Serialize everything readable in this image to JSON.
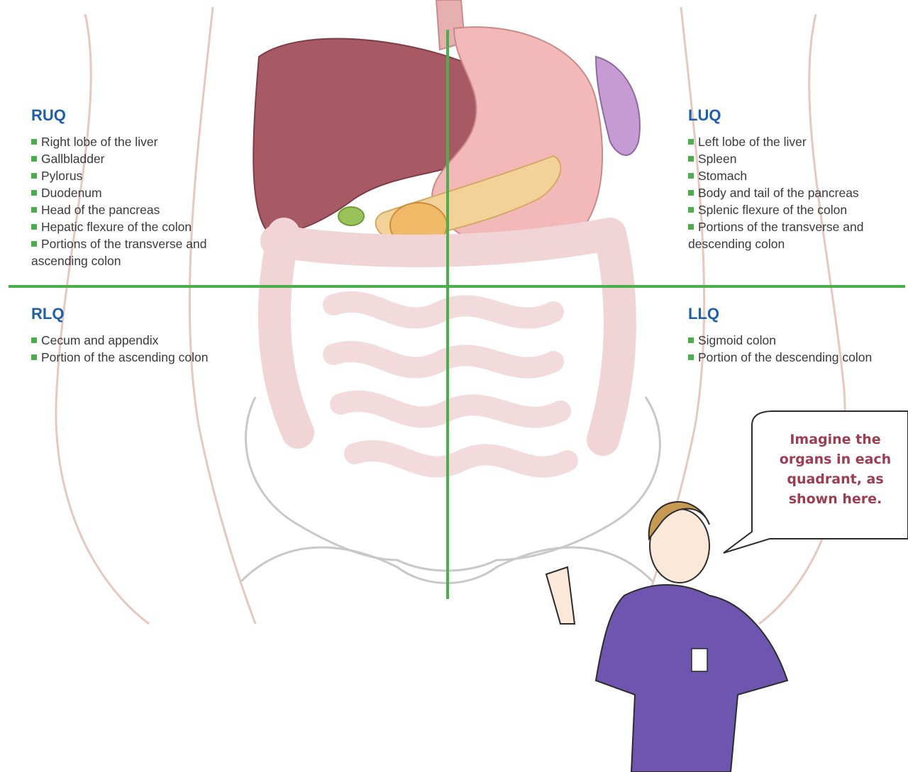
{
  "colors": {
    "accent_green": "#4cae4c",
    "heading_blue": "#1f5fa8",
    "speech_text": "#9c3d52"
  },
  "quadrants": {
    "ruq": {
      "title": "RUQ",
      "items": [
        "Right lobe of the liver",
        "Gallbladder",
        "Pylorus",
        "Duodenum",
        "Head of the pancreas",
        "Hepatic flexure of the colon",
        "Portions of the transverse and ascending colon"
      ]
    },
    "luq": {
      "title": "LUQ",
      "items": [
        "Left lobe of the liver",
        "Spleen",
        "Stomach",
        "Body and tail of the pancreas",
        "Splenic flexure of the colon",
        "Portions of the transverse and descending colon"
      ]
    },
    "rlq": {
      "title": "RLQ",
      "items": [
        "Cecum and appendix",
        "Portion of the ascending colon"
      ]
    },
    "llq": {
      "title": "LLQ",
      "items": [
        "Sigmoid colon",
        "Portion of the descending colon"
      ]
    }
  },
  "speech_bubble": {
    "text": "Imagine the\norgans in each\nquadrant, as\nshown here."
  }
}
